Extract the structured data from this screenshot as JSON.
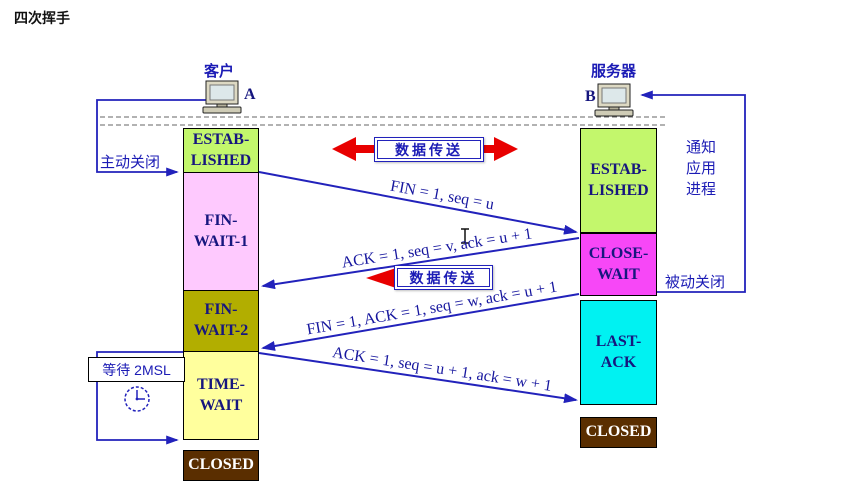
{
  "title": "四次挥手",
  "client": {
    "host_label": "客户",
    "host_id": "A",
    "states": [
      {
        "label": "ESTAB-\nLISHED",
        "color": "#c3f76c"
      },
      {
        "label": "FIN-\nWAIT-1",
        "color": "#fec9fe"
      },
      {
        "label": "FIN-\nWAIT-2",
        "color": "#b2ae00"
      },
      {
        "label": "TIME-\nWAIT",
        "color": "#ffff9d"
      },
      {
        "label": "CLOSED",
        "color": "#5a2e00",
        "text_color": "#ffffff"
      }
    ]
  },
  "server": {
    "host_label": "服务器",
    "host_id": "B",
    "states": [
      {
        "label": "ESTAB-\nLISHED",
        "color": "#c3f76c"
      },
      {
        "label": "CLOSE-\nWAIT",
        "color": "#f747f7"
      },
      {
        "label": "LAST-\nACK",
        "color": "#00f2f2"
      },
      {
        "label": "CLOSED",
        "color": "#5a2e00",
        "text_color": "#ffffff"
      }
    ]
  },
  "messages": [
    {
      "text": "FIN = 1, seq = u",
      "from": "client",
      "to": "server"
    },
    {
      "text": "ACK = 1, seq = v, ack = u + 1",
      "from": "server",
      "to": "client"
    },
    {
      "text": "FIN = 1, ACK = 1, seq = w, ack = u + 1",
      "from": "server",
      "to": "client"
    },
    {
      "text": "ACK = 1, seq = u + 1, ack = w + 1",
      "from": "client",
      "to": "server"
    }
  ],
  "annotations": {
    "active_close": "主动关闭",
    "notify_app": "通知\n应用\n进程",
    "passive_close": "被动关闭",
    "wait_2msl": "等待 2MSL",
    "data_transfer_top": "数据传送",
    "data_transfer_mid": "数据传送"
  },
  "colors": {
    "line_blue": "#2222bb",
    "text_blue": "#16169e",
    "arrow_red": "#e80000"
  }
}
